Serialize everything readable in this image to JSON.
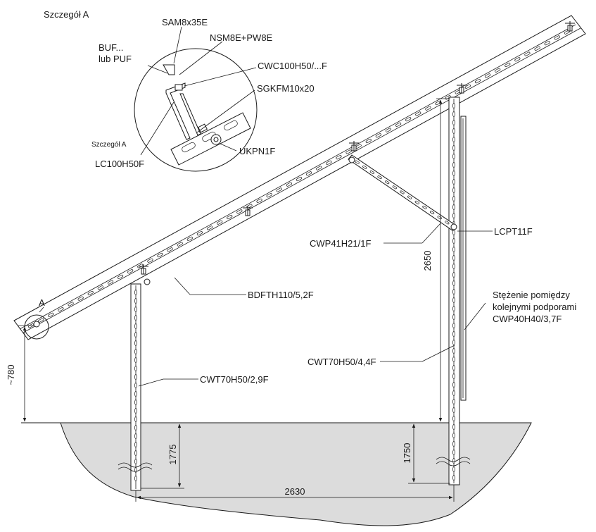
{
  "detail": {
    "title": "Szczegół A",
    "caption": "Szczegół A",
    "labels": {
      "sam": "SAM8x35E",
      "nsm": "NSM8E+PW8E",
      "buf_line1": "BUF...",
      "buf_line2": "lub PUF",
      "cwc": "CWC100H50/...F",
      "sgkfm": "SGKFM10x20",
      "ukpn": "UKPN1F",
      "lc": "LC100H50F"
    }
  },
  "marker": {
    "a": "A"
  },
  "parts": {
    "bdfth": "BDFTH110/5,2F",
    "cwp41": "CWP41H21/1F",
    "lcpt": "LCPT11F",
    "cwt_front": "CWT70H50/2,9F",
    "cwt_rear": "CWT70H50/4,4F",
    "brace_line1": "Stężenie pomiędzy",
    "brace_line2": "kolejnymi podporami",
    "brace_line3": "CWP40H40/3,7F"
  },
  "dimensions": {
    "front_height": "~780",
    "rear_height": "2650",
    "front_depth": "1775",
    "rear_depth": "1750",
    "span": "2630"
  }
}
